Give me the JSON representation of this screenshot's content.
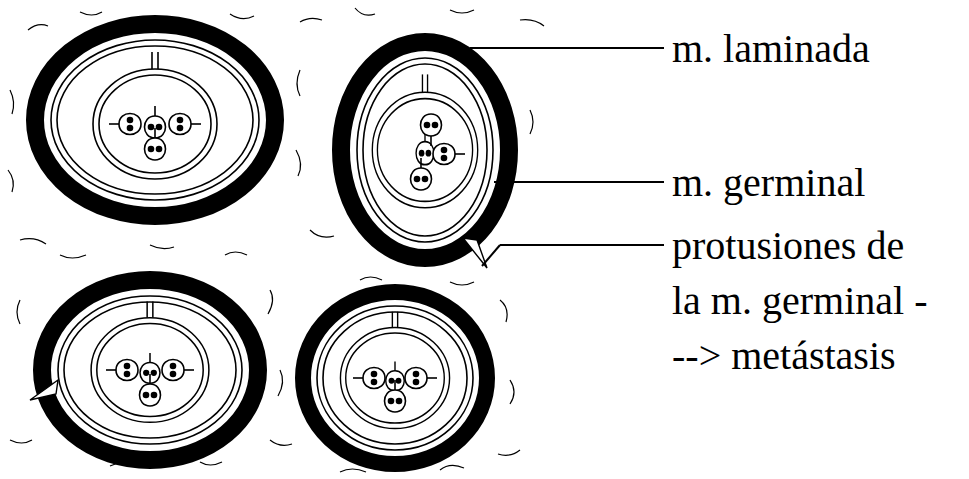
{
  "diagram": {
    "labels": [
      "m. laminada",
      "m. germinal",
      "protusiones de la m. germinal ---> metástasis"
    ]
  }
}
